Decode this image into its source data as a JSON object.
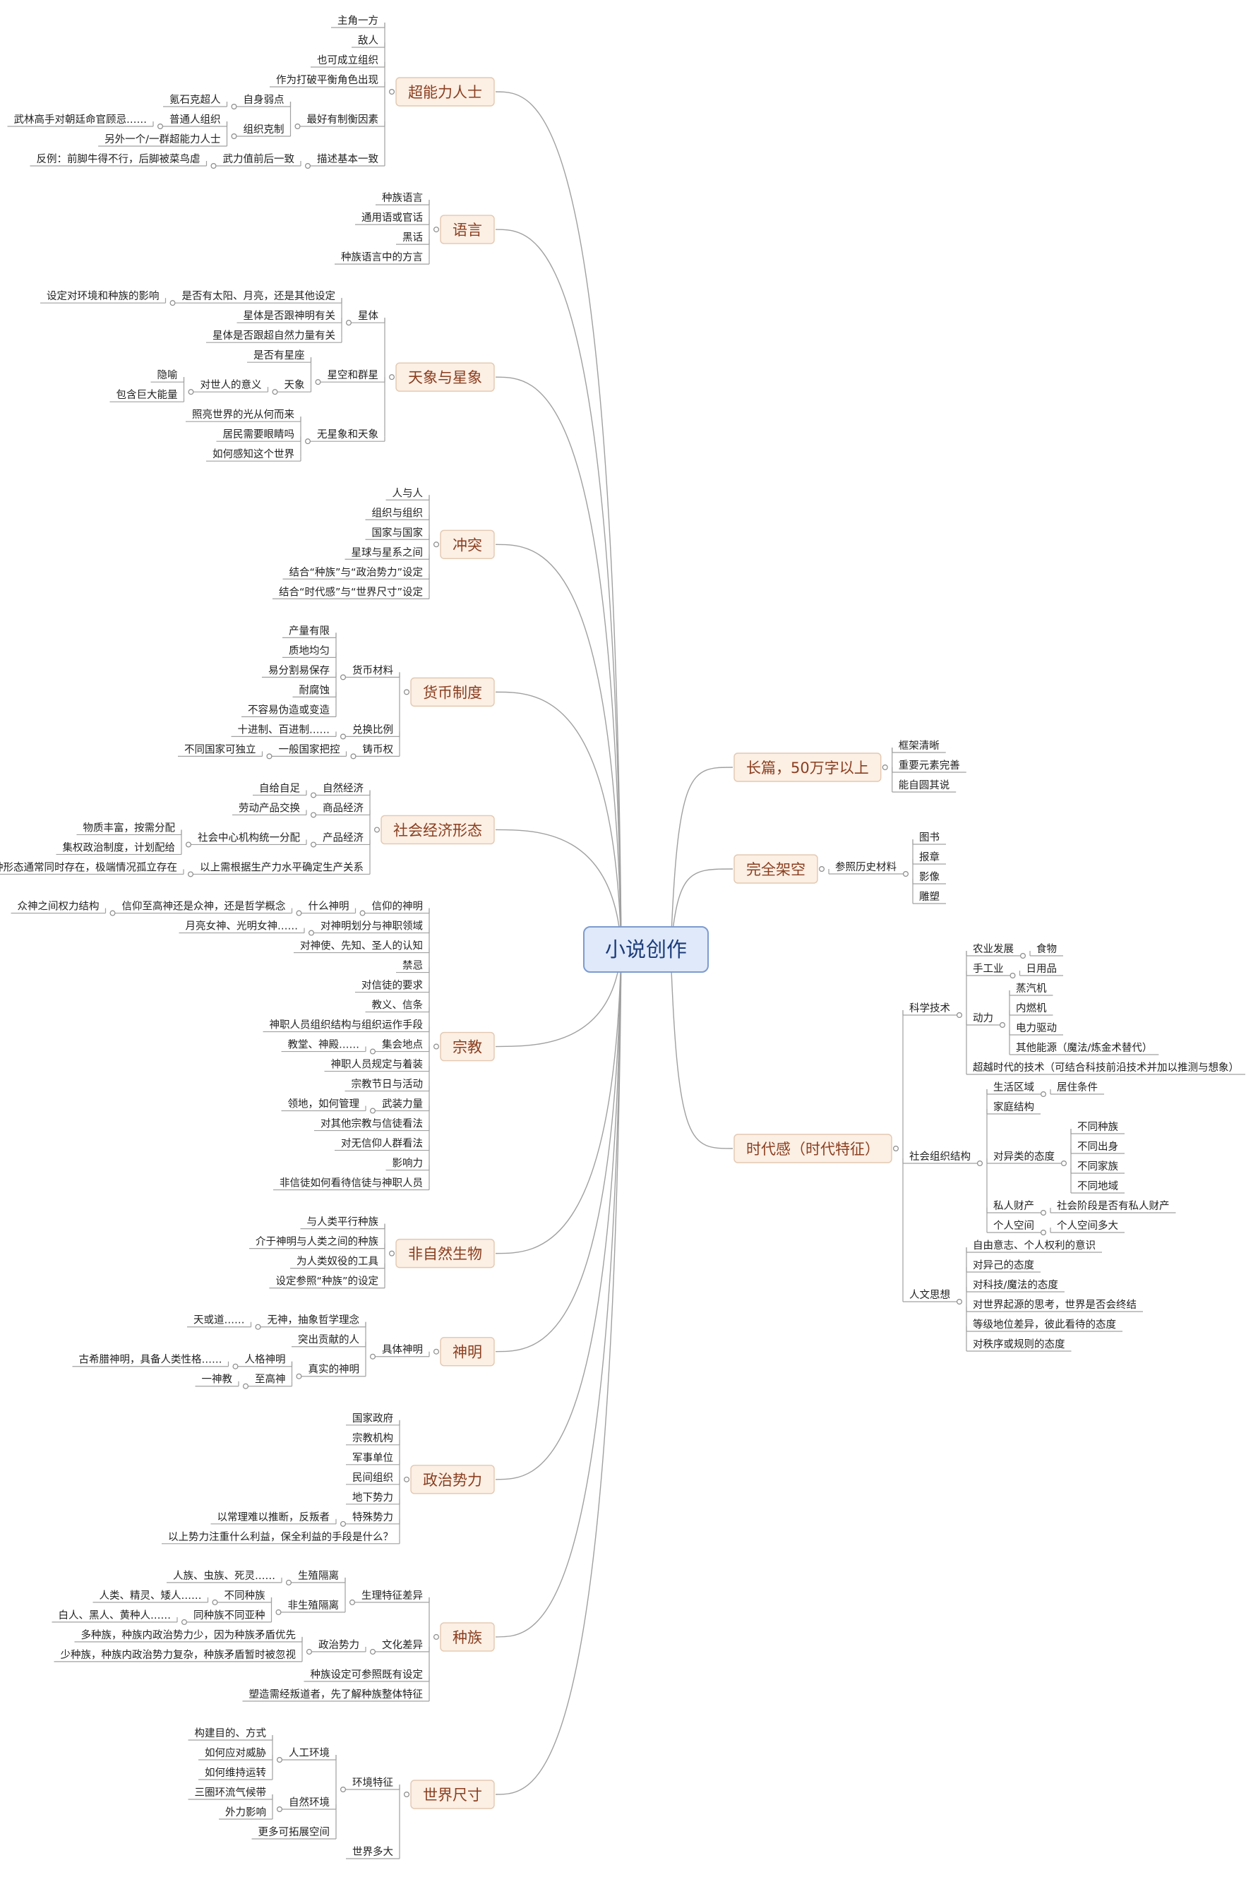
{
  "root": {
    "id": "root",
    "label": "小说创作"
  },
  "branches": [
    {
      "id": "b-superpower",
      "side": "left",
      "label": "超能力人士",
      "children": [
        {
          "label": "主角一方"
        },
        {
          "label": "敌人"
        },
        {
          "label": "也可成立组织"
        },
        {
          "label": "作为打破平衡角色出现"
        },
        {
          "label": "最好有制衡因素",
          "children": [
            {
              "label": "自身弱点",
              "children": [
                {
                  "label": "氪石克超人"
                }
              ]
            },
            {
              "label": "组织克制",
              "children": [
                {
                  "label": "普通人组织",
                  "children": [
                    {
                      "label": "武林高手对朝廷命官顾忌……"
                    }
                  ]
                },
                {
                  "label": "另外一个/一群超能力人士"
                }
              ]
            }
          ]
        },
        {
          "label": "描述基本一致",
          "children": [
            {
              "label": "武力值前后一致",
              "children": [
                {
                  "label": "反例：前脚牛得不行，后脚被菜鸟虐"
                }
              ]
            }
          ]
        }
      ]
    },
    {
      "id": "b-language",
      "side": "left",
      "label": "语言",
      "children": [
        {
          "label": "种族语言"
        },
        {
          "label": "通用语或官话"
        },
        {
          "label": "黑话"
        },
        {
          "label": "种族语言中的方言"
        }
      ]
    },
    {
      "id": "b-celestial",
      "side": "left",
      "label": "天象与星象",
      "children": [
        {
          "label": "星体",
          "children": [
            {
              "label": "是否有太阳、月亮，还是其他设定",
              "children": [
                {
                  "label": "设定对环境和种族的影响"
                }
              ]
            },
            {
              "label": "星体是否跟神明有关"
            },
            {
              "label": "星体是否跟超自然力量有关"
            }
          ]
        },
        {
          "label": "星空和群星",
          "children": [
            {
              "label": "是否有星座"
            },
            {
              "label": "天象",
              "children": [
                {
                  "label": "对世人的意义",
                  "children": [
                    {
                      "label": "隐喻"
                    },
                    {
                      "label": "包含巨大能量"
                    }
                  ]
                }
              ]
            }
          ]
        },
        {
          "label": "无星象和天象",
          "children": [
            {
              "label": "照亮世界的光从何而来"
            },
            {
              "label": "居民需要眼睛吗"
            },
            {
              "label": "如何感知这个世界"
            }
          ]
        }
      ]
    },
    {
      "id": "b-conflict",
      "side": "left",
      "label": "冲突",
      "children": [
        {
          "label": "人与人"
        },
        {
          "label": "组织与组织"
        },
        {
          "label": "国家与国家"
        },
        {
          "label": "星球与星系之间"
        },
        {
          "label": "结合“种族”与“政治势力”设定"
        },
        {
          "label": "结合“时代感”与“世界尺寸”设定"
        }
      ]
    },
    {
      "id": "b-currency",
      "side": "left",
      "label": "货币制度",
      "children": [
        {
          "label": "货币材料",
          "children": [
            {
              "label": "产量有限"
            },
            {
              "label": "质地均匀"
            },
            {
              "label": "易分割易保存"
            },
            {
              "label": "耐腐蚀"
            },
            {
              "label": "不容易伪造或变造"
            }
          ]
        },
        {
          "label": "兑换比例",
          "children": [
            {
              "label": "十进制、百进制……"
            }
          ]
        },
        {
          "label": "铸币权",
          "children": [
            {
              "label": "一般国家把控",
              "children": [
                {
                  "label": "不同国家可独立"
                }
              ]
            }
          ]
        }
      ]
    },
    {
      "id": "b-economy",
      "side": "left",
      "label": "社会经济形态",
      "children": [
        {
          "label": "自然经济",
          "children": [
            {
              "label": "自给自足"
            }
          ]
        },
        {
          "label": "商品经济",
          "children": [
            {
              "label": "劳动产品交换"
            }
          ]
        },
        {
          "label": "产品经济",
          "children": [
            {
              "label": "社会中心机构统一分配",
              "children": [
                {
                  "label": "物质丰富，按需分配"
                },
                {
                  "label": "集权政治制度，计划配给"
                }
              ]
            }
          ]
        },
        {
          "label": "以上需根据生产力水平确定生产关系",
          "children": [
            {
              "label": "三种形态通常同时存在，极端情况孤立存在"
            }
          ]
        }
      ]
    },
    {
      "id": "b-religion",
      "side": "left",
      "label": "宗教",
      "children": [
        {
          "label": "信仰的神明",
          "children": [
            {
              "label": "什么神明",
              "children": [
                {
                  "label": "信仰至高神还是众神，还是哲学概念",
                  "children": [
                    {
                      "label": "众神之间权力结构"
                    }
                  ]
                }
              ]
            }
          ]
        },
        {
          "label": "对神明划分与神职领域",
          "children": [
            {
              "label": "月亮女神、光明女神……"
            }
          ]
        },
        {
          "label": "对神使、先知、圣人的认知"
        },
        {
          "label": "禁忌"
        },
        {
          "label": "对信徒的要求"
        },
        {
          "label": "教义、信条"
        },
        {
          "label": "神职人员组织结构与组织运作手段"
        },
        {
          "label": "集会地点",
          "children": [
            {
              "label": "教堂、神殿……"
            }
          ]
        },
        {
          "label": "神职人员规定与着装"
        },
        {
          "label": "宗教节日与活动"
        },
        {
          "label": "武装力量",
          "children": [
            {
              "label": "领地，如何管理"
            }
          ]
        },
        {
          "label": "对其他宗教与信徒看法"
        },
        {
          "label": "对无信仰人群看法"
        },
        {
          "label": "影响力"
        },
        {
          "label": "非信徒如何看待信徒与神职人员"
        }
      ]
    },
    {
      "id": "b-supernatural",
      "side": "left",
      "label": "非自然生物",
      "children": [
        {
          "label": "与人类平行种族"
        },
        {
          "label": "介于神明与人类之间的种族"
        },
        {
          "label": "为人类奴役的工具"
        },
        {
          "label": "设定参照“种族”的设定"
        }
      ]
    },
    {
      "id": "b-deity",
      "side": "left",
      "label": "神明",
      "children": [
        {
          "label": "具体神明",
          "children": [
            {
              "label": "无神，抽象哲学理念",
              "children": [
                {
                  "label": "天或道……"
                }
              ]
            },
            {
              "label": "突出贡献的人"
            },
            {
              "label": "真实的神明",
              "children": [
                {
                  "label": "人格神明",
                  "children": [
                    {
                      "label": "古希腊神明，具备人类性格……"
                    }
                  ]
                },
                {
                  "label": "至高神",
                  "children": [
                    {
                      "label": "一神教"
                    }
                  ]
                }
              ]
            }
          ]
        }
      ]
    },
    {
      "id": "b-politics",
      "side": "left",
      "label": "政治势力",
      "children": [
        {
          "label": "国家政府"
        },
        {
          "label": "宗教机构"
        },
        {
          "label": "军事单位"
        },
        {
          "label": "民间组织"
        },
        {
          "label": "地下势力"
        },
        {
          "label": "特殊势力",
          "children": [
            {
              "label": "以常理难以推断，反叛者"
            }
          ]
        },
        {
          "label": "以上势力注重什么利益，保全利益的手段是什么？"
        }
      ]
    },
    {
      "id": "b-race",
      "side": "left",
      "label": "种族",
      "children": [
        {
          "label": "生理特征差异",
          "children": [
            {
              "label": "生殖隔离",
              "children": [
                {
                  "label": "人族、虫族、死灵……"
                }
              ]
            },
            {
              "label": "非生殖隔离",
              "children": [
                {
                  "label": "不同种族",
                  "children": [
                    {
                      "label": "人类、精灵、矮人……"
                    }
                  ]
                },
                {
                  "label": "同种族不同亚种",
                  "children": [
                    {
                      "label": "白人、黑人、黄种人……"
                    }
                  ]
                }
              ]
            }
          ]
        },
        {
          "label": "文化差异",
          "children": [
            {
              "label": "政治势力",
              "children": [
                {
                  "label": "多种族，种族内政治势力少，因为种族矛盾优先"
                },
                {
                  "label": "少种族，种族内政治势力复杂，种族矛盾暂时被忽视"
                }
              ]
            }
          ]
        },
        {
          "label": "种族设定可参照既有设定"
        },
        {
          "label": "塑造需经叛道者，先了解种族整体特征"
        }
      ]
    },
    {
      "id": "b-worldsize",
      "side": "left",
      "label": "世界尺寸",
      "children": [
        {
          "label": "环境特征",
          "children": [
            {
              "label": "人工环境",
              "children": [
                {
                  "label": "构建目的、方式"
                },
                {
                  "label": "如何应对威胁"
                },
                {
                  "label": "如何维持运转"
                }
              ]
            },
            {
              "label": "自然环境",
              "children": [
                {
                  "label": "三圈环流气候带"
                },
                {
                  "label": "外力影响"
                }
              ]
            },
            {
              "label": "更多可拓展空间"
            }
          ]
        },
        {
          "label": "世界多大"
        }
      ]
    },
    {
      "id": "b-long",
      "side": "right",
      "label": "长篇，50万字以上",
      "children": [
        {
          "label": "框架清晰"
        },
        {
          "label": "重要元素完善"
        },
        {
          "label": "能自圆其说"
        }
      ]
    },
    {
      "id": "b-fiction",
      "side": "right",
      "label": "完全架空",
      "children": [
        {
          "label": "参照历史材料",
          "children": [
            {
              "label": "图书"
            },
            {
              "label": "报章"
            },
            {
              "label": "影像"
            },
            {
              "label": "雕塑"
            }
          ]
        }
      ]
    },
    {
      "id": "b-era",
      "side": "right",
      "label": "时代感（时代特征）",
      "children": [
        {
          "label": "科学技术",
          "children": [
            {
              "label": "农业发展",
              "children": [
                {
                  "label": "食物"
                }
              ]
            },
            {
              "label": "手工业",
              "children": [
                {
                  "label": "日用品"
                }
              ]
            },
            {
              "label": "动力",
              "children": [
                {
                  "label": "蒸汽机"
                },
                {
                  "label": "内燃机"
                },
                {
                  "label": "电力驱动"
                },
                {
                  "label": "其他能源（魔法/炼金术替代）"
                }
              ]
            },
            {
              "label": "超越时代的技术（可结合科技前沿技术并加以推测与想象）"
            }
          ]
        },
        {
          "label": "社会组织结构",
          "children": [
            {
              "label": "生活区域",
              "children": [
                {
                  "label": "居住条件"
                }
              ]
            },
            {
              "label": "家庭结构"
            },
            {
              "label": "对异类的态度",
              "children": [
                {
                  "label": "不同种族"
                },
                {
                  "label": "不同出身"
                },
                {
                  "label": "不同家族"
                },
                {
                  "label": "不同地域"
                }
              ]
            },
            {
              "label": "私人财产",
              "children": [
                {
                  "label": "社会阶段是否有私人财产"
                }
              ]
            },
            {
              "label": "个人空间",
              "children": [
                {
                  "label": "个人空间多大"
                }
              ]
            }
          ]
        },
        {
          "label": "人文思想",
          "children": [
            {
              "label": "自由意志、个人权利的意识"
            },
            {
              "label": "对异己的态度"
            },
            {
              "label": "对科技/魔法的态度"
            },
            {
              "label": "对世界起源的思考，世界是否会终结"
            },
            {
              "label": "等级地位差异，彼此看待的态度"
            },
            {
              "label": "对秩序或规则的态度"
            }
          ]
        }
      ]
    }
  ]
}
